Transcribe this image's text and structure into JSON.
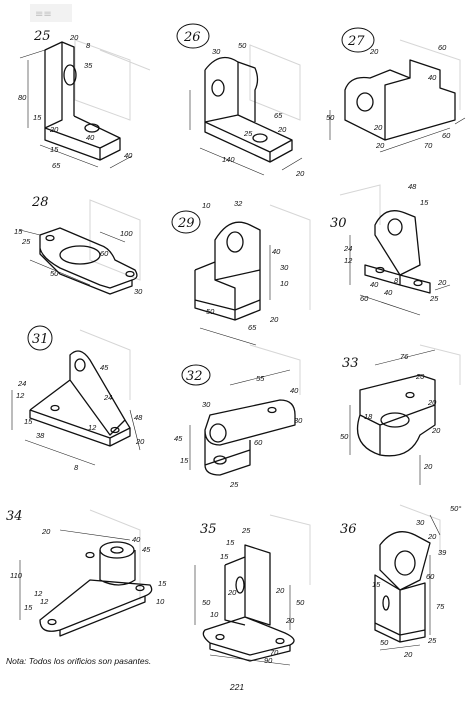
{
  "page_number": "221",
  "note": {
    "label": "Nota:",
    "text": "Todos los orificios son pasantes."
  },
  "exercises": [
    {
      "number": "25",
      "dims": [
        "20",
        "8",
        "35",
        "80",
        "15",
        "40",
        "20",
        "15",
        "65",
        "40"
      ]
    },
    {
      "number": "26",
      "dims": [
        "30",
        "50",
        "65",
        "20",
        "25",
        "140",
        "20"
      ]
    },
    {
      "number": "27",
      "dims": [
        "20",
        "60",
        "40",
        "50",
        "20",
        "70",
        "60",
        "20"
      ]
    },
    {
      "number": "28",
      "dims": [
        "15",
        "25",
        "100",
        "60",
        "50",
        "30"
      ]
    },
    {
      "number": "29",
      "dims": [
        "10",
        "32",
        "40",
        "30",
        "10",
        "50",
        "65",
        "20"
      ]
    },
    {
      "number": "30",
      "dims": [
        "48",
        "15",
        "24",
        "12",
        "40",
        "60",
        "40",
        "8",
        "25",
        "20"
      ]
    },
    {
      "number": "31",
      "dims": [
        "24",
        "12",
        "45",
        "24",
        "12",
        "38",
        "48",
        "8",
        "15",
        "20"
      ]
    },
    {
      "number": "32",
      "dims": [
        "55",
        "30",
        "40",
        "45",
        "30",
        "15",
        "60",
        "25"
      ]
    },
    {
      "number": "33",
      "dims": [
        "76",
        "20",
        "18",
        "50",
        "20",
        "20",
        "20"
      ]
    },
    {
      "number": "34",
      "dims": [
        "20",
        "40",
        "45",
        "12",
        "15",
        "15",
        "10",
        "12",
        "110"
      ]
    },
    {
      "number": "35",
      "dims": [
        "25",
        "15",
        "15",
        "20",
        "50",
        "50",
        "20",
        "10",
        "20",
        "70",
        "90"
      ]
    },
    {
      "number": "36",
      "dims": [
        "50°",
        "30",
        "20",
        "39",
        "15",
        "60",
        "75",
        "50",
        "25",
        "20"
      ]
    }
  ]
}
